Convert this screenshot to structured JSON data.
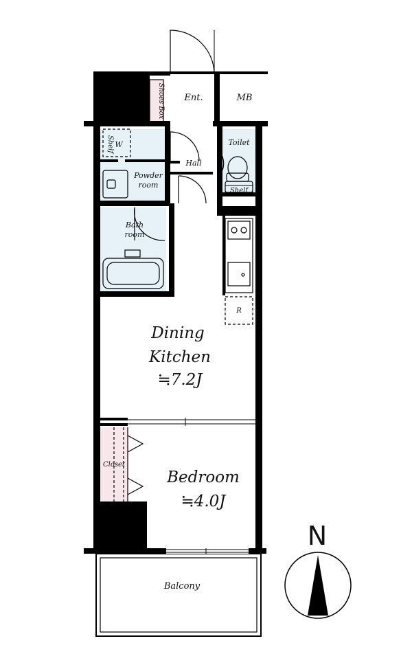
{
  "rooms": {
    "entrance": "Ent.",
    "mb": "MB",
    "shoes_box": "Shoes Box",
    "washer": "W",
    "shelf_top": "Shelf",
    "toilet": "Toilet",
    "hall": "Hall",
    "powder_room": [
      "Powder",
      "room"
    ],
    "shelf_toilet": "Shelf",
    "bath_room": [
      "Bath",
      "room"
    ],
    "refrigerator": "R",
    "dining_kitchen": [
      "Dining",
      "Kitchen",
      "≒7.2J"
    ],
    "closet": "Closet",
    "bedroom": [
      "Bedroom",
      "≒4.0J"
    ],
    "balcony": "Balcony"
  },
  "compass": {
    "label": "N"
  },
  "colors": {
    "wall": "#000000",
    "wet_area": "#e6f2f8",
    "storage": "#f7e6ea"
  }
}
